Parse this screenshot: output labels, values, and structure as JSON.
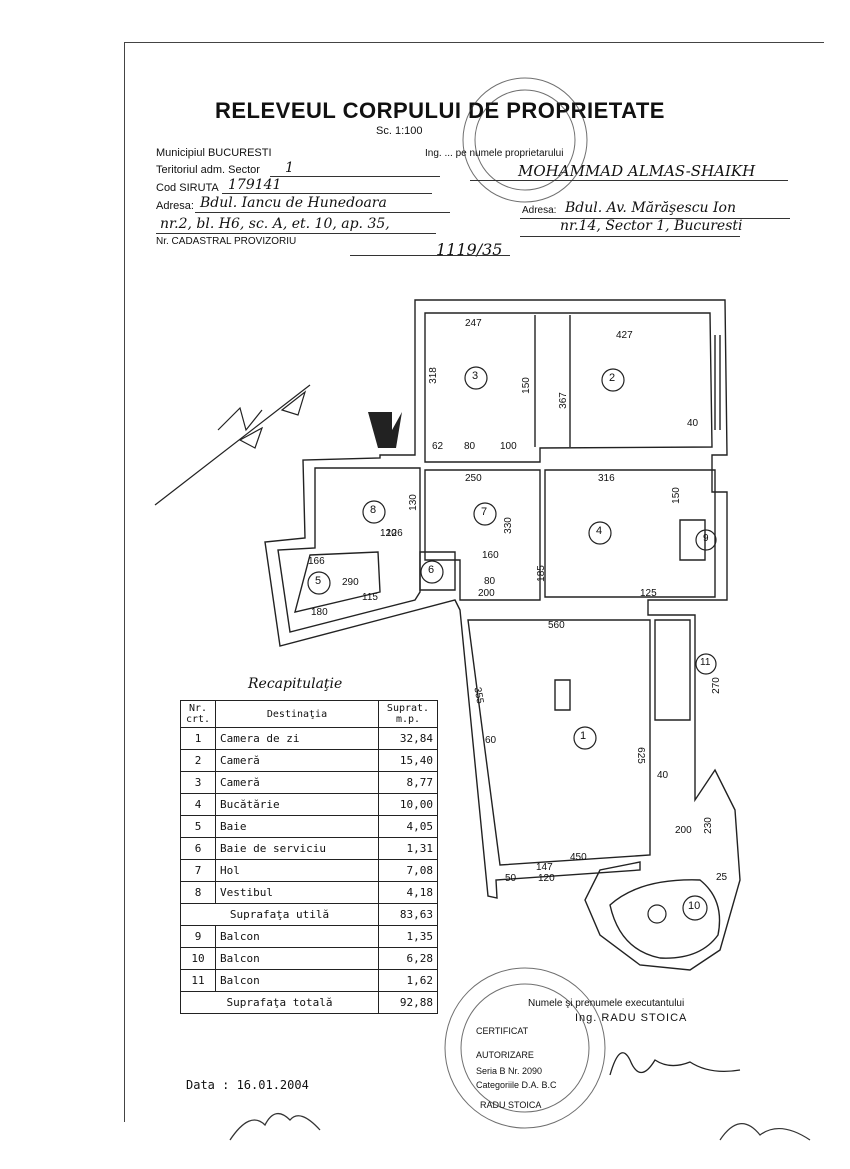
{
  "document": {
    "title": "RELEVEUL CORPULUI DE PROPRIETATE",
    "sc": "Sc. 1:100",
    "municipiu_label": "Municipiul BUCURESTI",
    "teritoriu_label": "Teritoriul adm. Sector",
    "teritoriu_value": "1",
    "siruta_label": "Cod SIRUTA",
    "siruta_value": "179141",
    "adresa_label": "Adresa:",
    "adresa_line1": "Bdul. Iancu de Hunedoara",
    "adresa_line2": "nr.2, bl. H6, sc. A, et. 10, ap. 35,",
    "cadastral_label": "Nr. CADASTRAL PROVIZORIU",
    "cadastral_value": "1119/35",
    "proprietar_label": "Ing. ... pe numele proprietarului",
    "proprietar_value": "MOHAMMAD ALMAS-SHAIKH",
    "adresa2_label": "Adresa:",
    "adresa2_line1": "Bdul. Av. Mărăşescu Ion",
    "adresa2_line2": "nr.14, Sector 1, Bucuresti"
  },
  "plan": {
    "rooms": [
      "1",
      "2",
      "3",
      "4",
      "5",
      "6",
      "7",
      "8",
      "9",
      "10",
      "11"
    ],
    "dims": [
      "247",
      "427",
      "318",
      "367",
      "150",
      "100",
      "62",
      "80",
      "40",
      "250",
      "316",
      "130",
      "330",
      "150",
      "160",
      "120",
      "125",
      "80",
      "200",
      "560",
      "355",
      "625",
      "270",
      "230",
      "450",
      "147",
      "120",
      "50",
      "40",
      "60",
      "200",
      "25",
      "166",
      "290",
      "180",
      "115",
      "126",
      "185"
    ]
  },
  "recap": {
    "title": "Recapitulaţie",
    "headers": [
      "Nr. crt.",
      "Destinaţia",
      "Suprat. m.p."
    ],
    "rows": [
      {
        "nr": "1",
        "dest": "Camera de zi",
        "val": "32,84"
      },
      {
        "nr": "2",
        "dest": "Cameră",
        "val": "15,40"
      },
      {
        "nr": "3",
        "dest": "Cameră",
        "val": "8,77"
      },
      {
        "nr": "4",
        "dest": "Bucătărie",
        "val": "10,00"
      },
      {
        "nr": "5",
        "dest": "Baie",
        "val": "4,05"
      },
      {
        "nr": "6",
        "dest": "Baie de serviciu",
        "val": "1,31"
      },
      {
        "nr": "7",
        "dest": "Hol",
        "val": "7,08"
      },
      {
        "nr": "8",
        "dest": "Vestibul",
        "val": "4,18"
      }
    ],
    "util_label": "Suprafaţa utilă",
    "util_value": "83,63",
    "rows2": [
      {
        "nr": "9",
        "dest": "Balcon",
        "val": "1,35"
      },
      {
        "nr": "10",
        "dest": "Balcon",
        "val": "6,28"
      },
      {
        "nr": "11",
        "dest": "Balcon",
        "val": "1,62"
      }
    ],
    "total_label": "Suprafaţa totală",
    "total_value": "92,88"
  },
  "footer": {
    "data": "Data : 16.01.2004",
    "exec_label": "Numele şi prenumele executantului",
    "exec_name": "Ing. RADU STOICA",
    "stamp_line1": "CERTIFICAT",
    "stamp_line2": "AUTORIZARE",
    "stamp_line3": "Seria B Nr. 2090",
    "stamp_line4": "Categoriile D.A. B.C",
    "stamp_line5": "RADU STOICA"
  }
}
